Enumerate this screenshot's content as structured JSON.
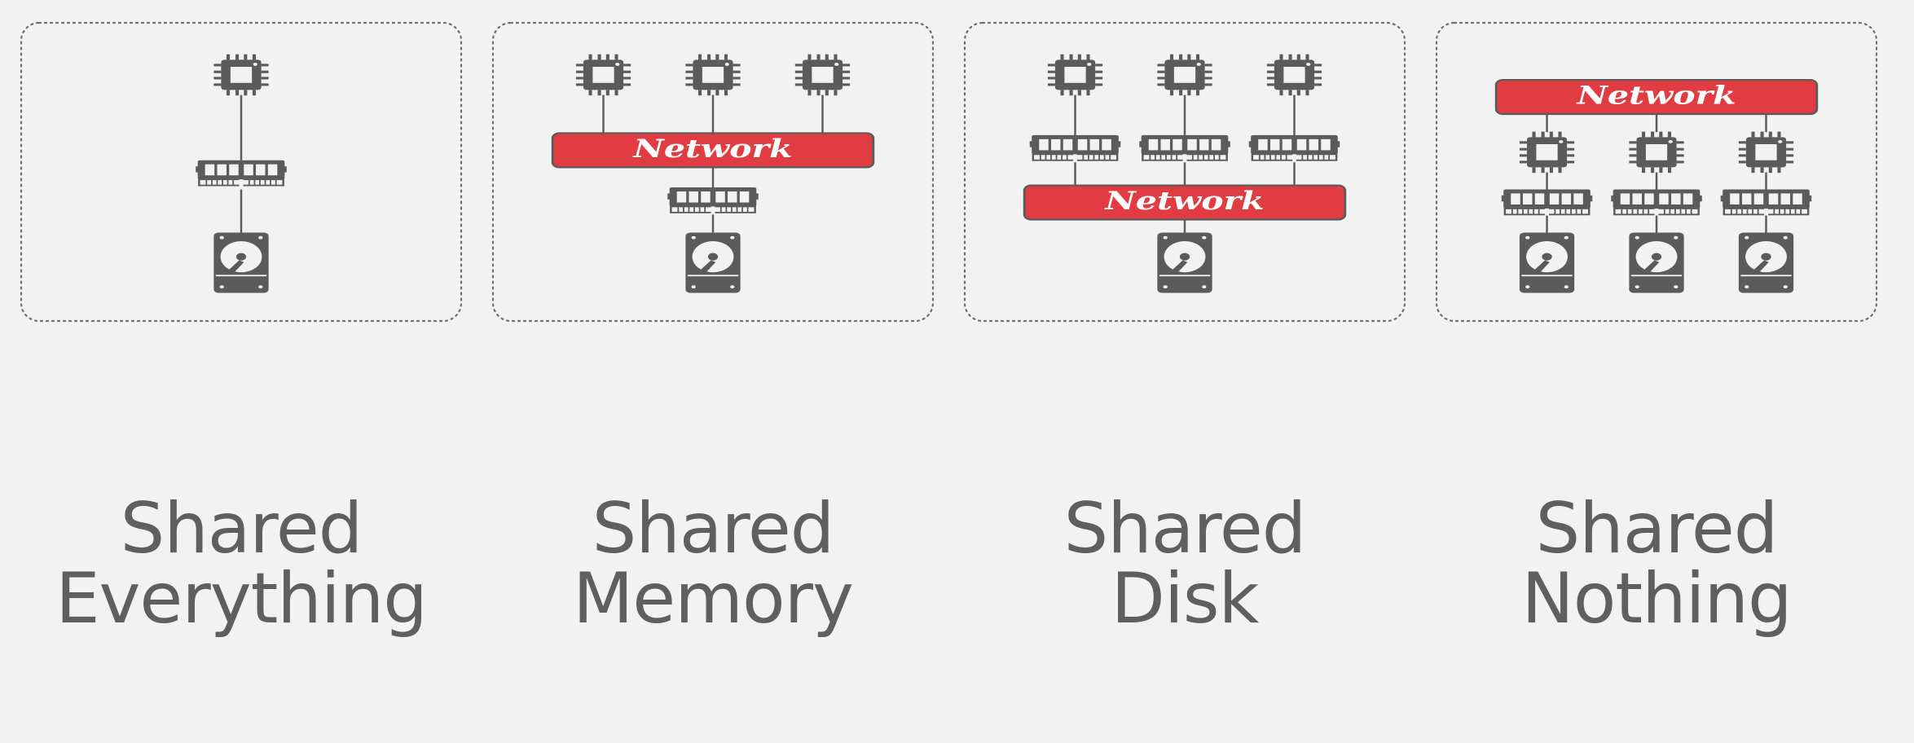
{
  "colors": {
    "background": "#f2f2f2",
    "icon_gray": "#5b5b5b",
    "network_red": "#e23c43",
    "border_dotted": "#6e6e6e",
    "text": "#5f5f5f"
  },
  "network_label": "Network",
  "panels": [
    {
      "caption_line1": "Shared",
      "caption_line2": "Everything",
      "cpus": 1,
      "memories": 1,
      "disks": 1,
      "network_position": "none"
    },
    {
      "caption_line1": "Shared",
      "caption_line2": "Memory",
      "cpus": 3,
      "memories": 1,
      "disks": 1,
      "network_position": "between-cpu-and-memory"
    },
    {
      "caption_line1": "Shared",
      "caption_line2": "Disk",
      "cpus": 3,
      "memories": 3,
      "disks": 1,
      "network_position": "between-memory-and-disk"
    },
    {
      "caption_line1": "Shared",
      "caption_line2": "Nothing",
      "cpus": 3,
      "memories": 3,
      "disks": 3,
      "network_position": "top"
    }
  ]
}
